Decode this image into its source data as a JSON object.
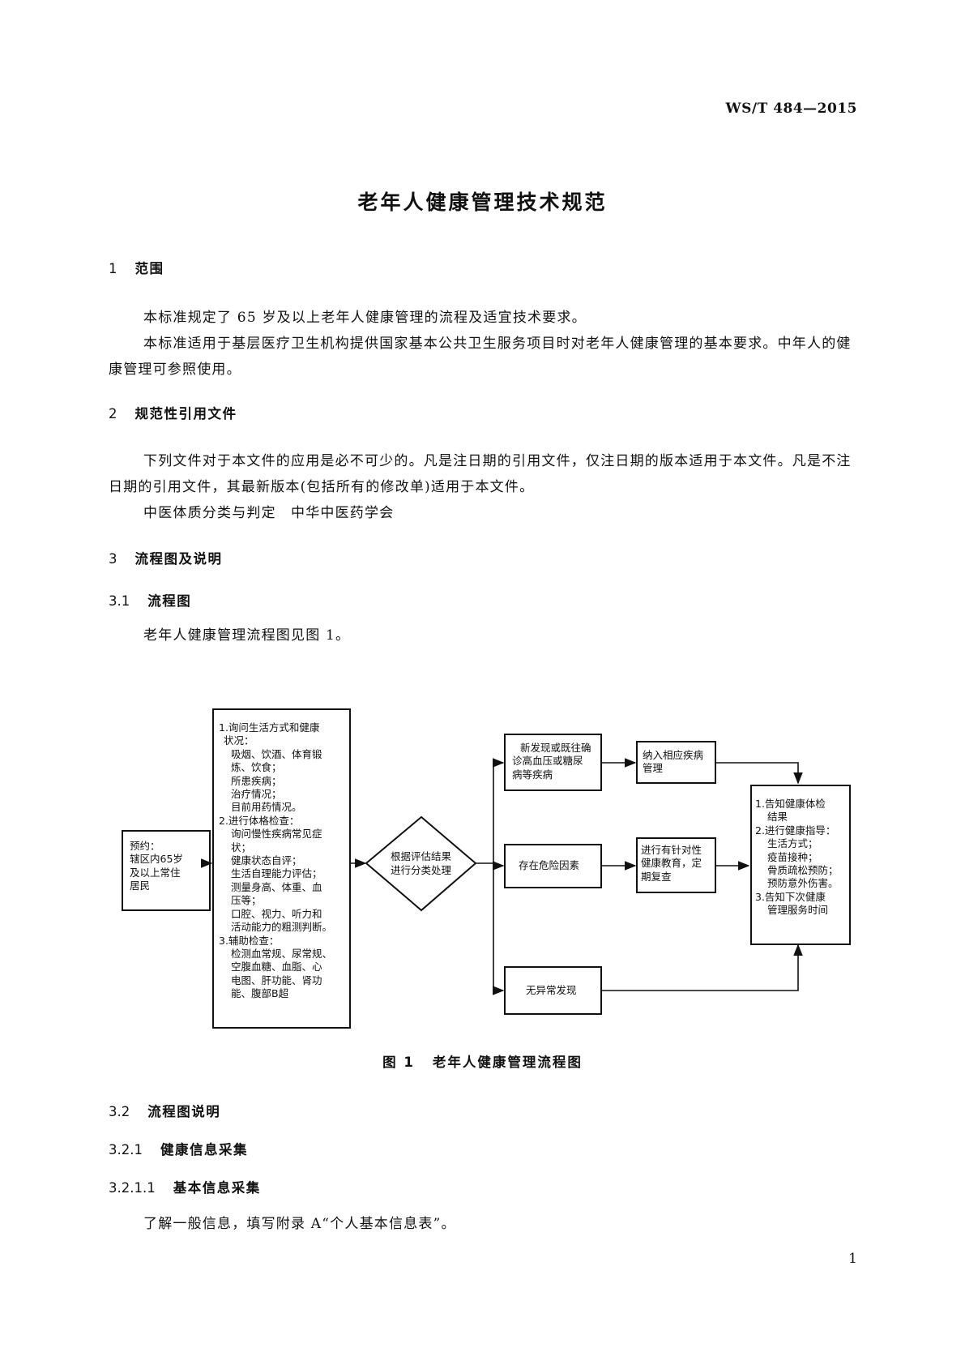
{
  "header": {
    "standard_number": "WS/T 484—2015"
  },
  "doc_title": "老年人健康管理技术规范",
  "sections": {
    "s1": {
      "num": "1",
      "title": "范围"
    },
    "s1_p1": "本标准规定了 65 岁及以上老年人健康管理的流程及适宜技术要求。",
    "s1_p2": "本标准适用于基层医疗卫生机构提供国家基本公共卫生服务项目时对老年人健康管理的基本要求。中年人的健康管理可参照使用。",
    "s2": {
      "num": "2",
      "title": "规范性引用文件"
    },
    "s2_p1": "下列文件对于本文件的应用是必不可少的。凡是注日期的引用文件，仅注日期的版本适用于本文件。凡是不注日期的引用文件，其最新版本(包括所有的修改单)适用于本文件。",
    "s2_ref": "中医体质分类与判定　中华中医药学会",
    "s3": {
      "num": "3",
      "title": "流程图及说明"
    },
    "s31": {
      "num": "3.1",
      "title": "流程图"
    },
    "s31_p": "老年人健康管理流程图见图 1。",
    "s32": {
      "num": "3.2",
      "title": "流程图说明"
    },
    "s321": {
      "num": "3.2.1",
      "title": "健康信息采集"
    },
    "s3211": {
      "num": "3.2.1.1",
      "title": "基本信息采集"
    },
    "s3211_p": "了解一般信息，填写附录 A“个人基本信息表”。"
  },
  "flowchart": {
    "appointment": [
      "预约：",
      "辖区内65岁",
      "及以上常住",
      "居民"
    ],
    "collect": [
      "1.询问生活方式和健康",
      "状况：",
      "吸烟、饮酒、体育锻",
      "炼、饮食；",
      "所患疾病；",
      "治疗情况；",
      "目前用药情况。",
      "2.进行体格检查：",
      "询问慢性疾病常见症",
      "状；",
      "健康状态自评；",
      "生活自理能力评估；",
      "测量身高、体重、血",
      "压等；",
      "口腔、视力、听力和",
      "活动能力的粗测判断。",
      "3.辅助检查：",
      "检测血常规、尿常规、",
      "空腹血糖、血脂、心",
      "电图、肝功能、肾功",
      "能、腹部B超"
    ],
    "decision": [
      "根据评估结果",
      "进行分类处理"
    ],
    "branch_disease": [
      "新发现或既往确",
      "诊高血压或糖尿",
      "病等疾病"
    ],
    "branch_risk": [
      "存在危险因素"
    ],
    "branch_normal": [
      "无异常发现"
    ],
    "manage_disease": [
      "纳入相应疾病",
      "管理"
    ],
    "manage_risk": [
      "进行有针对性",
      "健康教育，定",
      "期复查"
    ],
    "result": [
      "1.告知健康体检",
      "结果",
      "2.进行健康指导：",
      "生活方式；",
      "疫苗接种；",
      "骨质疏松预防；",
      "预防意外伤害。",
      "3.告知下次健康",
      "管理服务时间"
    ]
  },
  "figure_caption": {
    "label": "图 1",
    "text": "老年人健康管理流程图"
  },
  "page_number": "1"
}
